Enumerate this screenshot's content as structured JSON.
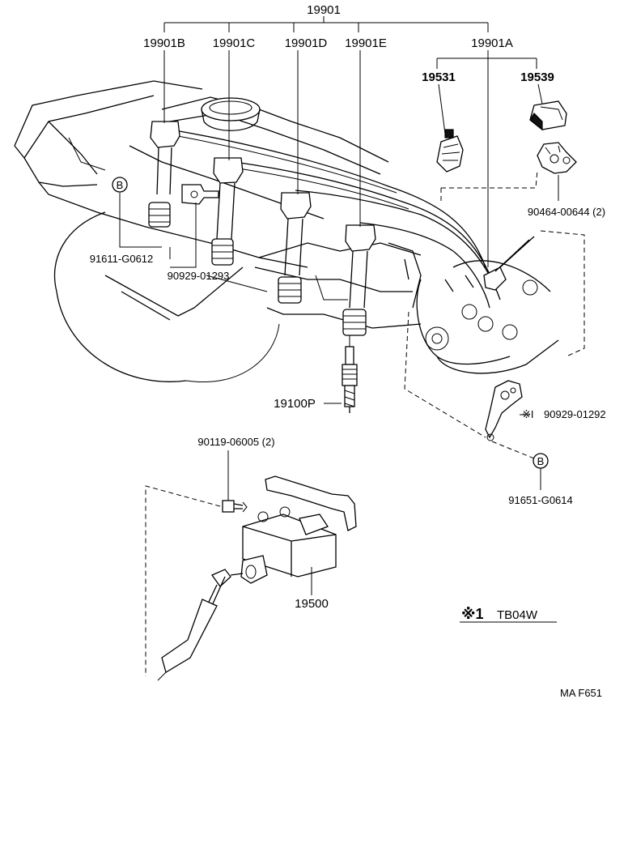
{
  "labels": {
    "assembly": "19901",
    "wire_b": "19901B",
    "wire_c": "19901C",
    "wire_d": "19901D",
    "wire_e": "19901E",
    "wire_a": "19901A",
    "part_19531": "19531",
    "part_19539": "19539",
    "clamp_90464": "90464-00644 (2)",
    "bolt_91611": "91611-G0612",
    "clamp_90929a": "90929-01293",
    "spark_plug": "19100P",
    "clamp_90929b": "90929-01292",
    "note_mark": "※I",
    "bolt_91651": "91651-G0614",
    "bolt_90119": "90119-06005 (2)",
    "coil": "19500",
    "note": "※1",
    "note_text": "TB04W",
    "drawing_code": "MA F651",
    "callout_b": "B"
  }
}
